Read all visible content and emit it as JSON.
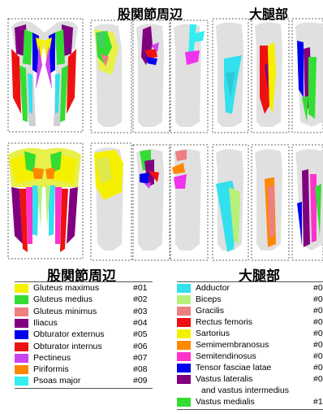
{
  "headings": {
    "hip_panel": "股関節周辺",
    "thigh_panel": "大腿部",
    "hip_legend": "股関節周辺",
    "thigh_legend": "大腿部"
  },
  "hip_muscles": [
    {
      "name": "Gluteus maximus",
      "code": "#01",
      "color": "#f5f000"
    },
    {
      "name": "Gluteus medius",
      "code": "#02",
      "color": "#33dd33"
    },
    {
      "name": "Gluteus minimus",
      "code": "#03",
      "color": "#ee7f80"
    },
    {
      "name": "Iliacus",
      "code": "#04",
      "color": "#800080"
    },
    {
      "name": "Obturator externus",
      "code": "#05",
      "color": "#0000ee"
    },
    {
      "name": "Obturator internus",
      "code": "#06",
      "color": "#ee1111"
    },
    {
      "name": "Pectineus",
      "code": "#07",
      "color": "#cc44ee"
    },
    {
      "name": "Piriformis",
      "code": "#08",
      "color": "#ff8800"
    },
    {
      "name": "Psoas major",
      "code": "#09",
      "color": "#33eeee"
    }
  ],
  "thigh_muscles": [
    {
      "name": "Adductor",
      "code": "#0",
      "color": "#33e0ee"
    },
    {
      "name": "Biceps",
      "code": "#0",
      "color": "#b8f07a"
    },
    {
      "name": "Gracilis",
      "code": "#0",
      "color": "#ee7f80"
    },
    {
      "name": "Rectus femoris",
      "code": "#0",
      "color": "#ee1111"
    },
    {
      "name": "Sartorius",
      "code": "#0",
      "color": "#f5f000"
    },
    {
      "name": "Semimembranosus",
      "code": "#0",
      "color": "#ff8800"
    },
    {
      "name": "Semitendinosus",
      "code": "#0",
      "color": "#ff33cc"
    },
    {
      "name": "Tensor fasciae latae",
      "code": "#0",
      "color": "#0000ee"
    },
    {
      "name": "Vastus lateralis",
      "name2": "and vastus intermedius",
      "code": "#0",
      "color": "#800080"
    },
    {
      "name": "Vastus medialis",
      "code": "#1",
      "color": "#33dd33"
    }
  ]
}
